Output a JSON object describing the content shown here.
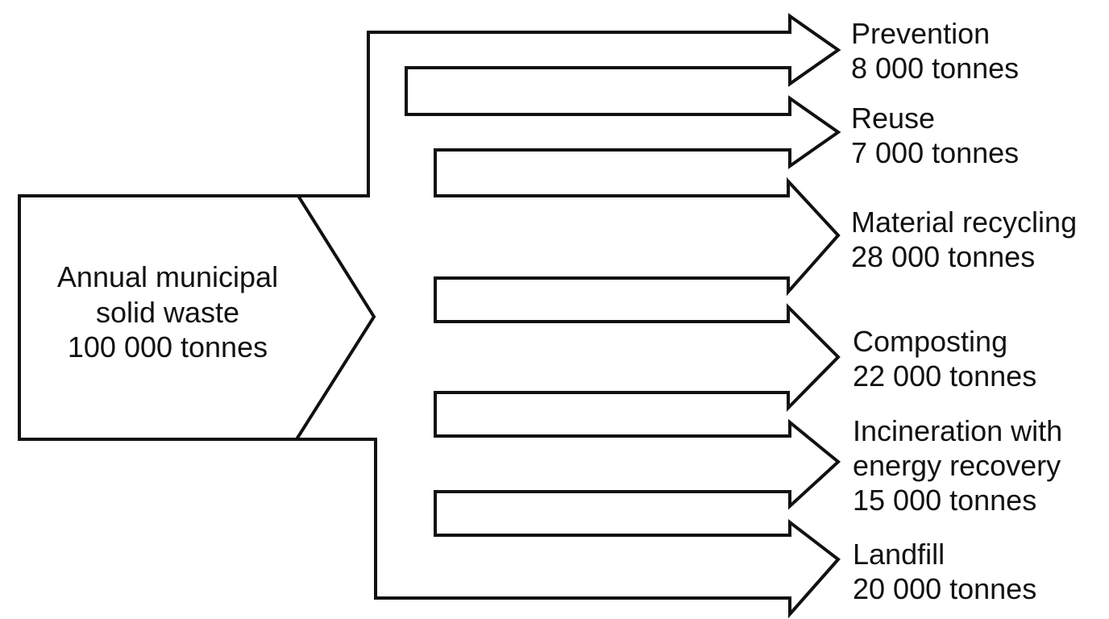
{
  "source": {
    "lines": [
      "Annual municipal",
      "solid waste",
      "100 000 tonnes"
    ]
  },
  "destinations": [
    {
      "name": "Prevention",
      "amount": "8 000 tonnes"
    },
    {
      "name": "Reuse",
      "amount": "7 000 tonnes"
    },
    {
      "name": "Material recycling",
      "amount": "28 000 tonnes"
    },
    {
      "name": "Composting",
      "amount": "22 000 tonnes"
    },
    {
      "name": "Incineration with",
      "name_line2": "energy recovery",
      "amount": "15 000 tonnes"
    },
    {
      "name": "Landfill",
      "amount": "20 000 tonnes"
    }
  ],
  "colors": {
    "stroke": "#111111",
    "background": "#ffffff"
  }
}
